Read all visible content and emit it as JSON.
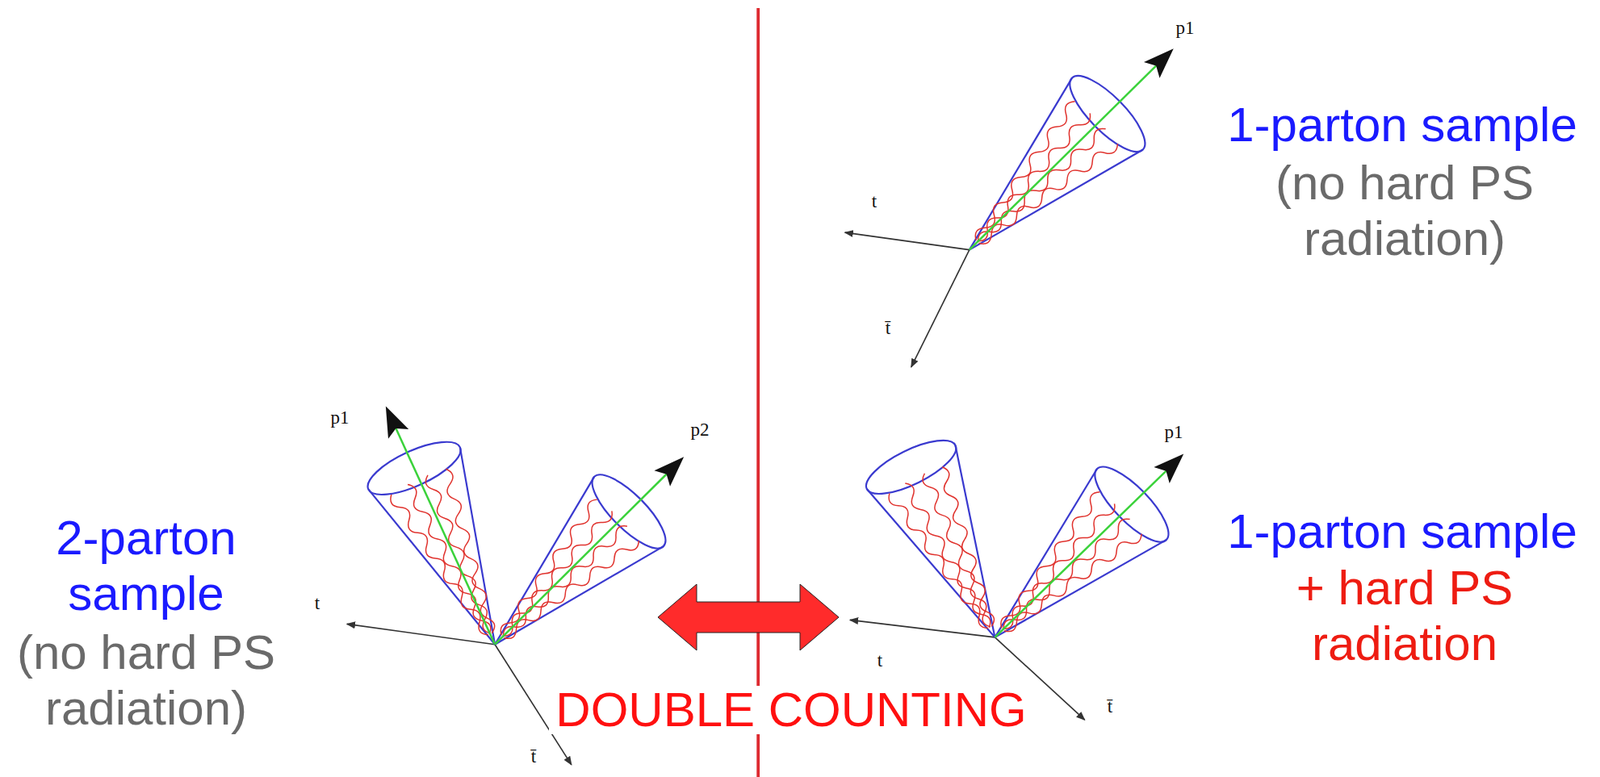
{
  "diagram": {
    "nodes": [
      {
        "text": [
          "1-parton sample",
          "(no hard PS radiation)"
        ]
      },
      {
        "text": [
          "2-parton sample",
          "(no hard PS radiation)"
        ]
      },
      {
        "text": [
          "1-parton sample",
          "+ hard PS radiation"
        ]
      }
    ],
    "edges": [
      {
        "from": 1,
        "to": 2,
        "arrow": "both",
        "label": "DOUBLE COUNTING"
      }
    ],
    "labels": [
      "p1",
      "t",
      "t̄",
      "p1",
      "p2",
      "t",
      "t̄",
      "p1",
      "t",
      "t̄"
    ]
  }
}
